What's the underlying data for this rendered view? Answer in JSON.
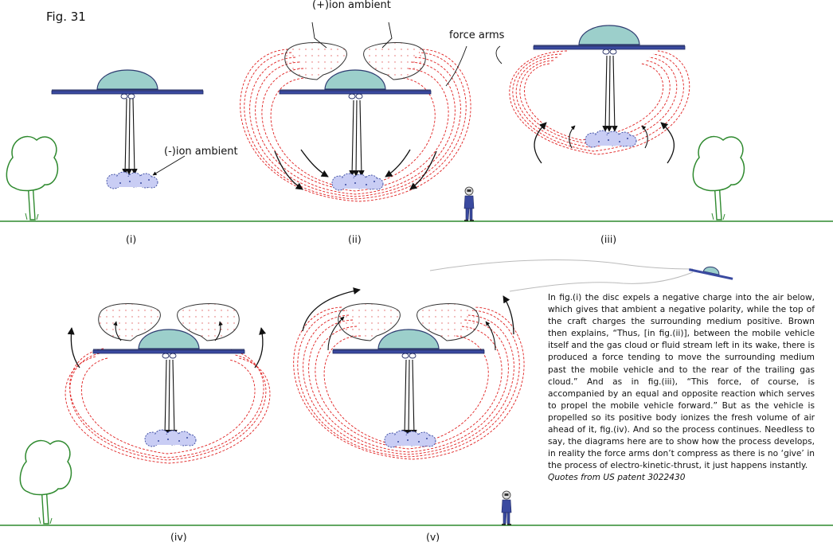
{
  "figure": {
    "title": "Fig. 31",
    "panels": [
      "(i)",
      "(ii)",
      "(iii)",
      "(iv)",
      "(v)"
    ]
  },
  "labels": {
    "neg_ion": "(-)ion ambient",
    "pos_ion": "(+)ion ambient",
    "force_arms": "force arms"
  },
  "caption": {
    "body": "In fig.(i) the disc expels a negative charge into the air below, which gives that ambient a negative polarity, while the top of the craft charges the surrounding medium positive. Brown then explains, “Thus, [in fig.(ii)], between the mobile vehicle itself and the gas cloud or fluid stream left in its wake, there is produced a force tending to move the surrounding medium past the mobile vehicle and to the rear of the trailing gas cloud.” And as in fig.(iii), “This force, of course, is accompanied by an equal and opposite reaction which serves to propel the mobile vehicle forward.” But as the vehicle is propelled so its positive body ionizes the fresh volume of air ahead of it, fig.(iv). And so the process continues. Needless to say, the diagrams here are to show how the process develops, in reality the force arms don’t compress as there is no ‘give’ in the process of electro-kinetic-thrust, it just happens instantly.",
    "source": "Quotes from US patent 3022430"
  },
  "colors": {
    "dome": "#9ccfcb",
    "disc": "#3a4aa0",
    "cloud": "#c9cdf4",
    "force_line": "#e02020",
    "ground": "#2f8a2f",
    "tree": "#2f8a2f"
  }
}
